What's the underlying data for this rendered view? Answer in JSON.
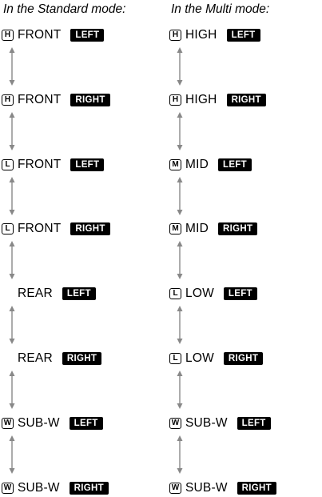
{
  "standard": {
    "heading": "In the Standard mode:",
    "items": [
      {
        "letter": "H",
        "name": "FRONT",
        "side": "LEFT"
      },
      {
        "letter": "H",
        "name": "FRONT",
        "side": "RIGHT"
      },
      {
        "letter": "L",
        "name": "FRONT",
        "side": "LEFT"
      },
      {
        "letter": "L",
        "name": "FRONT",
        "side": "RIGHT"
      },
      {
        "letter": "",
        "name": "REAR",
        "side": "LEFT"
      },
      {
        "letter": "",
        "name": "REAR",
        "side": "RIGHT"
      },
      {
        "letter": "W",
        "name": "SUB-W",
        "side": "LEFT"
      },
      {
        "letter": "W",
        "name": "SUB-W",
        "side": "RIGHT"
      }
    ]
  },
  "multi": {
    "heading": "In the Multi mode:",
    "items": [
      {
        "letter": "H",
        "name": "HIGH",
        "side": "LEFT"
      },
      {
        "letter": "H",
        "name": "HIGH",
        "side": "RIGHT"
      },
      {
        "letter": "M",
        "name": "MID",
        "side": "LEFT"
      },
      {
        "letter": "M",
        "name": "MID",
        "side": "RIGHT"
      },
      {
        "letter": "L",
        "name": "LOW",
        "side": "LEFT"
      },
      {
        "letter": "L",
        "name": "LOW",
        "side": "RIGHT"
      },
      {
        "letter": "W",
        "name": "SUB-W",
        "side": "LEFT"
      },
      {
        "letter": "W",
        "name": "SUB-W",
        "side": "RIGHT"
      }
    ]
  },
  "arrow_icon": "double-vertical-arrow-icon"
}
